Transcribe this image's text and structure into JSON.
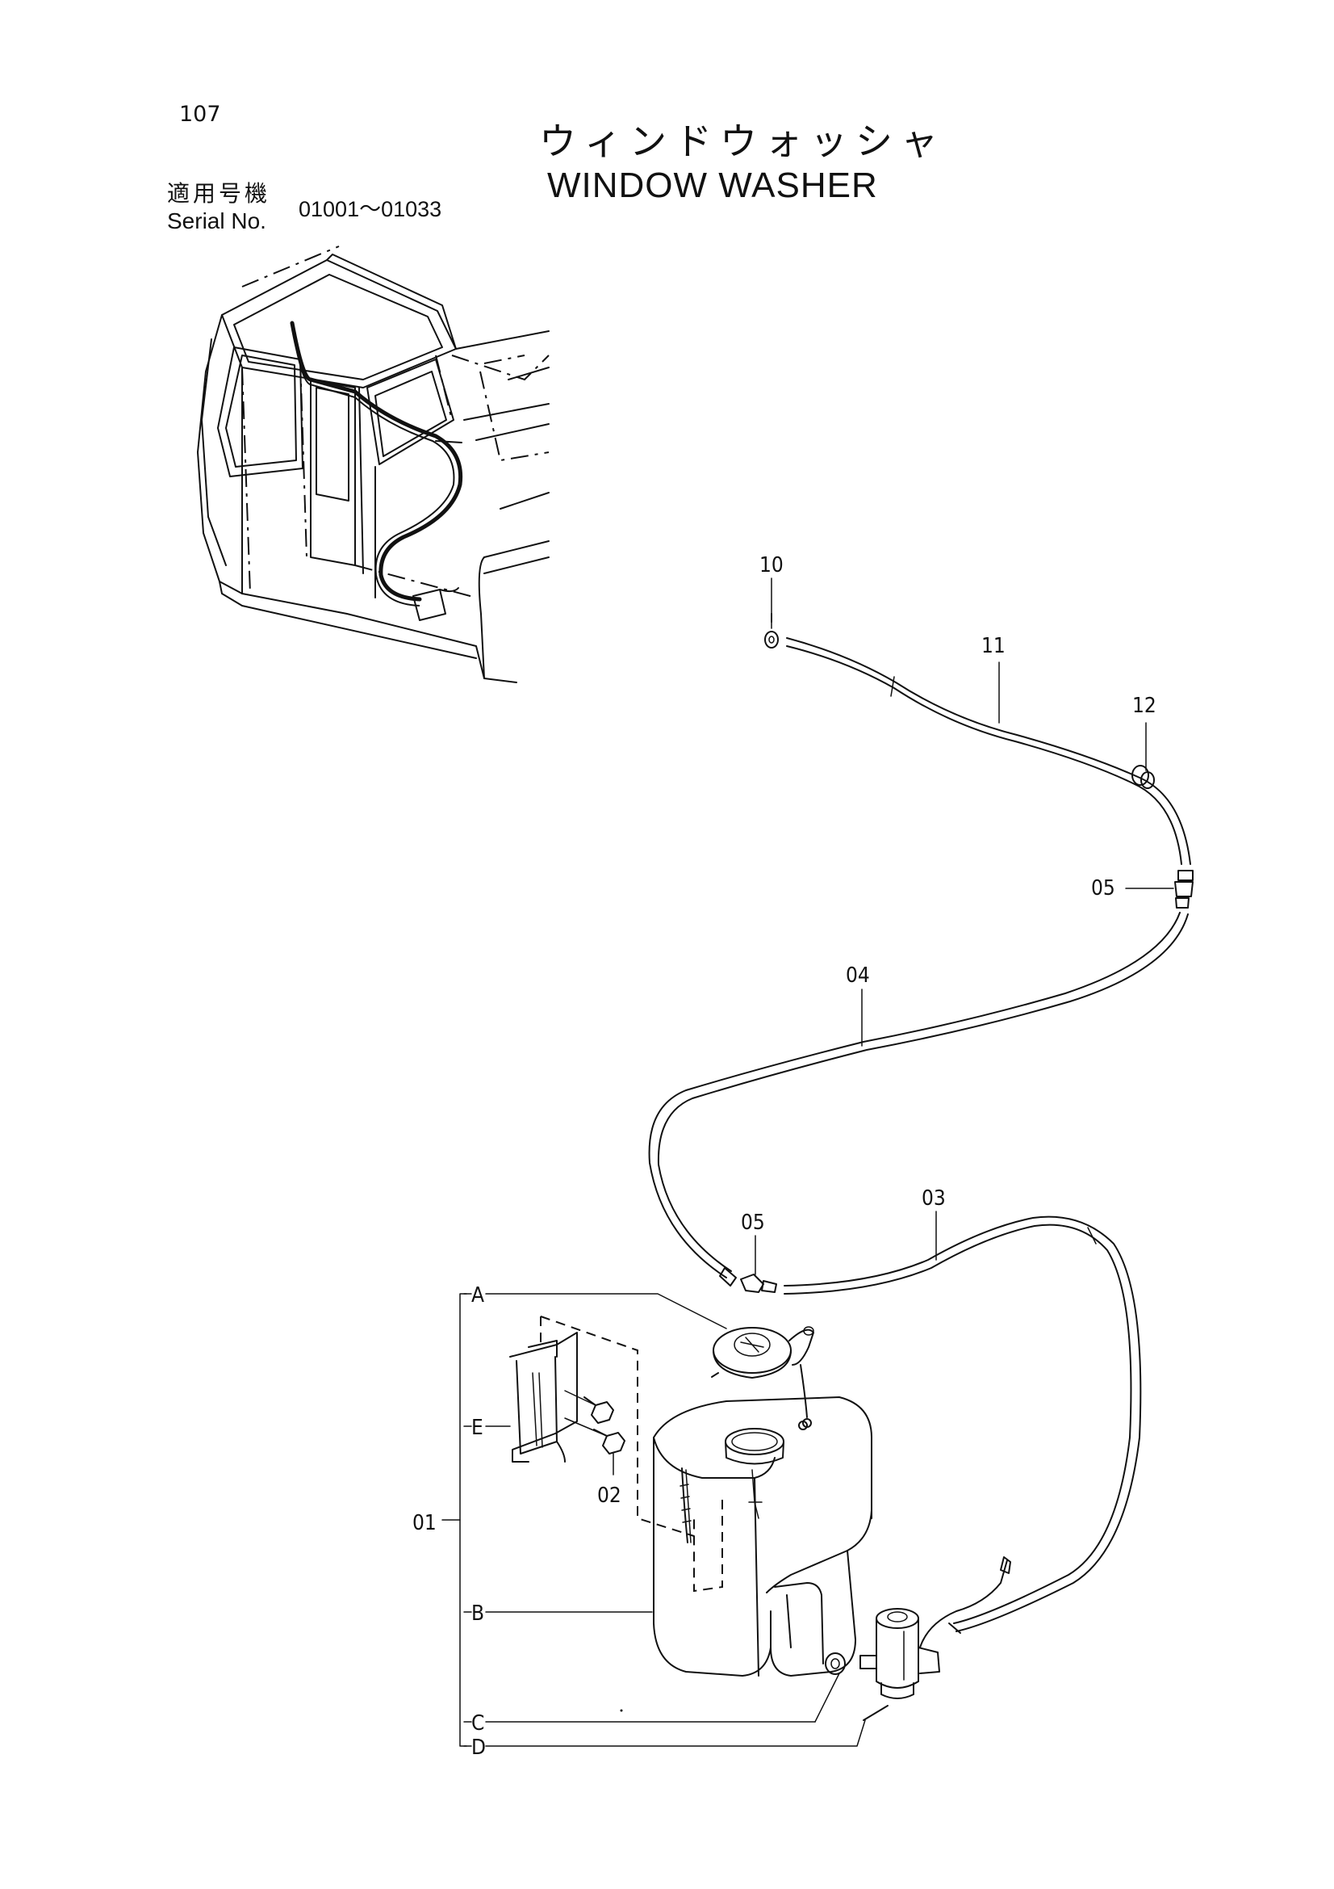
{
  "page": {
    "number": "107",
    "title_ja": "ウィンドウォッシャ",
    "title_en": "WINDOW WASHER",
    "serial_label_ja": "適用号機",
    "serial_label_en": "Serial No.",
    "serial_range": "01001～01033"
  },
  "callouts": {
    "p10": "10",
    "p11": "11",
    "p12": "12",
    "p05_upper": "05",
    "p04": "04",
    "p05_lower": "05",
    "p03": "03",
    "p02": "02",
    "p01": "01",
    "pA": "A",
    "pB": "B",
    "pC": "C",
    "pD": "D",
    "pE": "E"
  },
  "icons": {
    "cab": "excavator-cab-illustration",
    "tank": "washer-tank",
    "cap": "tank-cap",
    "motor": "washer-motor-pump",
    "bracket": "mounting-bracket",
    "bolt": "bolt",
    "nozzle": "washer-nozzle",
    "clip": "hose-clip",
    "joint": "hose-joint"
  },
  "colors": {
    "ink": "#111111",
    "paper": "#ffffff"
  }
}
